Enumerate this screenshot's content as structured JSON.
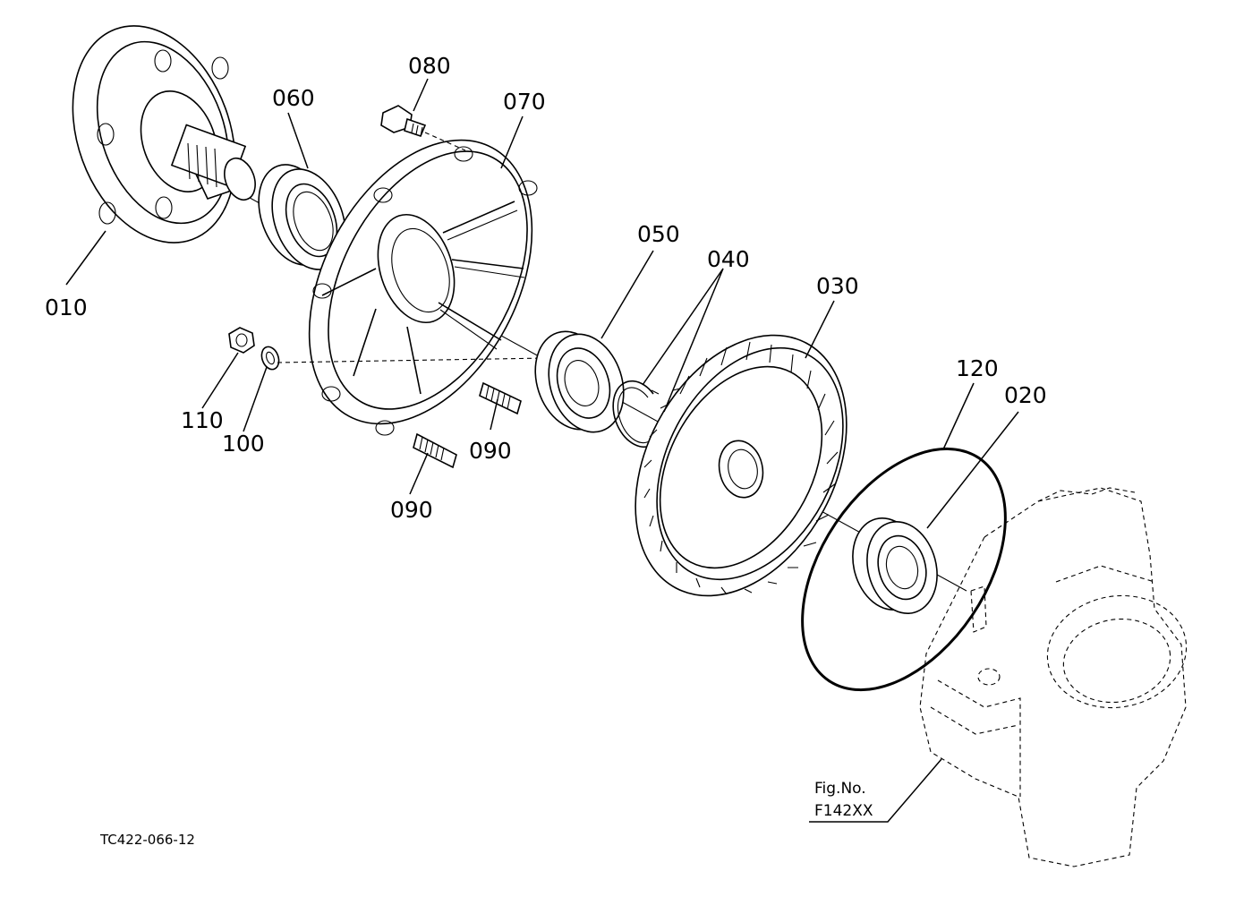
{
  "callouts": [
    {
      "id": "p010",
      "text": "010"
    },
    {
      "id": "p060",
      "text": "060"
    },
    {
      "id": "p080",
      "text": "080"
    },
    {
      "id": "p070",
      "text": "070"
    },
    {
      "id": "p050",
      "text": "050"
    },
    {
      "id": "p040",
      "text": "040"
    },
    {
      "id": "p030",
      "text": "030"
    },
    {
      "id": "p120",
      "text": "120"
    },
    {
      "id": "p020",
      "text": "020"
    },
    {
      "id": "p110",
      "text": "110"
    },
    {
      "id": "p100",
      "text": "100"
    },
    {
      "id": "p090a",
      "text": "090"
    },
    {
      "id": "p090b",
      "text": "090"
    }
  ],
  "figure": {
    "line1": "Fig.No.",
    "line2": "F142XX"
  },
  "drawing_code": "TC422-066-12"
}
